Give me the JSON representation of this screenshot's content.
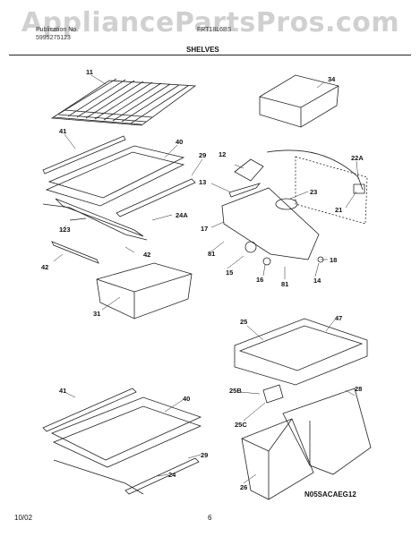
{
  "header": {
    "publication_label": "Publication No.",
    "publication_no": "5995275123",
    "model": "FRT18L6BS",
    "section": "SHELVES"
  },
  "watermark": "AppliancePartsPros.com",
  "parts": {
    "p11": "11",
    "p34": "34",
    "p41a": "41",
    "p40a": "40",
    "p29a": "29",
    "p12": "12",
    "p22a": "22A",
    "p13": "13",
    "p23": "23",
    "p24a": "24A",
    "p21": "21",
    "p17": "17",
    "p123": "123",
    "p42a": "42",
    "p42b": "42",
    "p81a": "81",
    "p18": "18",
    "p15": "15",
    "p16": "16",
    "p81b": "81",
    "p14": "14",
    "p31": "31",
    "p25": "25",
    "p47": "47",
    "p41b": "41",
    "p40b": "40",
    "p25b": "25B",
    "p28": "28",
    "p25c": "25C",
    "p29b": "29",
    "p24": "24",
    "p26": "26"
  },
  "footer": {
    "date": "10/02",
    "page": "6",
    "diagram_code": "N05SACAEG12"
  }
}
